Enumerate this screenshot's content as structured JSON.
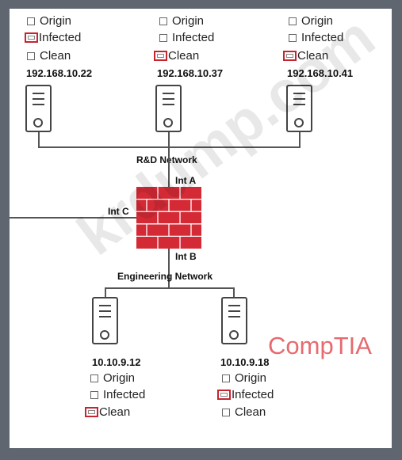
{
  "options": [
    "Origin",
    "Infected",
    "Clean"
  ],
  "hosts": [
    {
      "ip": "192.168.10.22",
      "selected": "Infected"
    },
    {
      "ip": "192.168.10.37",
      "selected": "Clean"
    },
    {
      "ip": "192.168.10.41",
      "selected": "Clean"
    },
    {
      "ip": "10.10.9.12",
      "selected": "Clean"
    },
    {
      "ip": "10.10.9.18",
      "selected": "Infected"
    }
  ],
  "networks": {
    "rd": "R&D Network",
    "engineering": "Engineering Network"
  },
  "interfaces": {
    "a": "Int A",
    "b": "Int B",
    "c": "Int C"
  },
  "watermark": "krdump.com",
  "brand": "CompTIA",
  "colors": {
    "selection_border": "#c7242f",
    "firewall": "#d42a35",
    "brand": "#e76a6f"
  }
}
